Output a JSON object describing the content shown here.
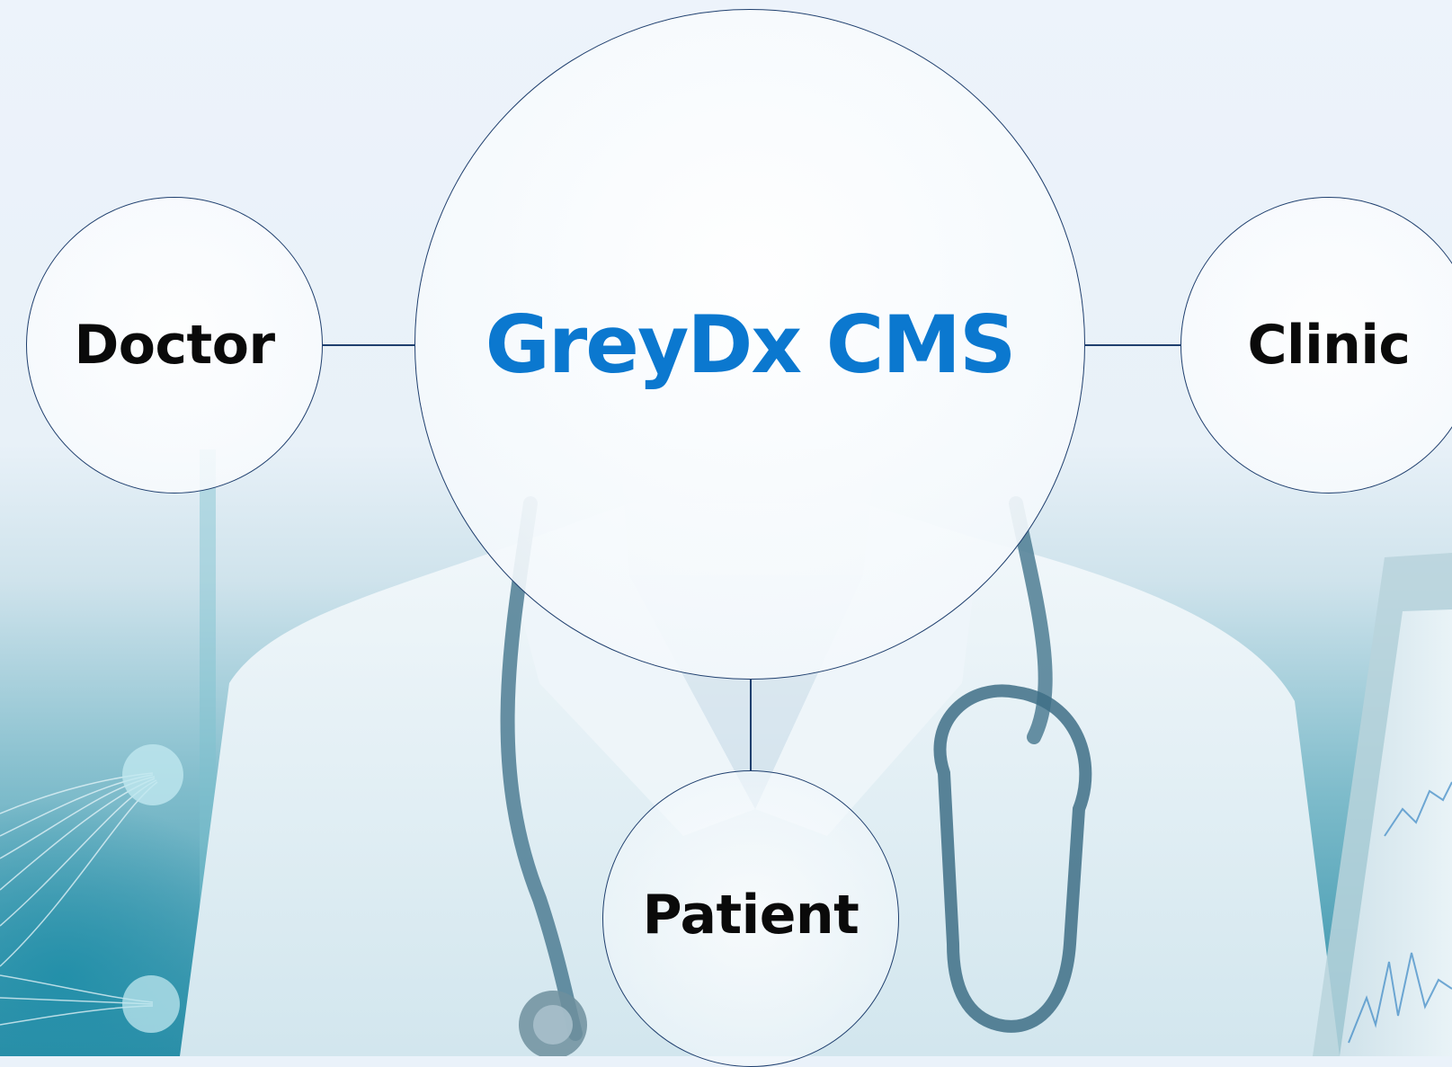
{
  "diagram": {
    "center": {
      "label": "GreyDx CMS",
      "color": "#0b78cf"
    },
    "nodes": [
      {
        "id": "doctor",
        "label": "Doctor"
      },
      {
        "id": "clinic",
        "label": "Clinic"
      },
      {
        "id": "patient",
        "label": "Patient"
      }
    ],
    "edges": [
      {
        "from": "GreyDx CMS",
        "to": "Doctor"
      },
      {
        "from": "GreyDx CMS",
        "to": "Clinic"
      },
      {
        "from": "GreyDx CMS",
        "to": "Patient"
      }
    ],
    "node_color": "#0a0a0a",
    "line_color": "#1f3f6e"
  },
  "background": {
    "image": "doctor-with-stethoscope-photo",
    "accent": "#3a9cb4"
  }
}
